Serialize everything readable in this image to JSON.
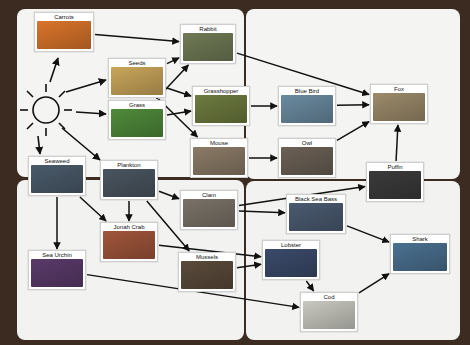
{
  "diagram": {
    "nodes": [
      {
        "text": [
          "Carrots"
        ]
      },
      {
        "text": [
          "Rabbit"
        ]
      },
      {
        "text": [
          "Seeds"
        ]
      },
      {
        "text": [
          "Grass"
        ]
      },
      {
        "text": [
          "Grasshopper"
        ]
      },
      {
        "text": [
          "Mouse"
        ]
      },
      {
        "text": [
          "Blue Bird"
        ]
      },
      {
        "text": [
          "Fox"
        ]
      },
      {
        "text": [
          "Owl"
        ]
      },
      {
        "text": [
          "Puffin"
        ]
      },
      {
        "text": [
          "Seaweed"
        ]
      },
      {
        "text": [
          "Plankton"
        ]
      },
      {
        "text": [
          "Clam"
        ]
      },
      {
        "text": [
          "Jonah Crab"
        ]
      },
      {
        "text": [
          "Sea Urchin"
        ]
      },
      {
        "text": [
          "Mussels"
        ]
      },
      {
        "text": [
          "Black Sea Bass"
        ]
      },
      {
        "text": [
          "Lobster"
        ]
      },
      {
        "text": [
          "Shark"
        ]
      },
      {
        "text": [
          "Cod"
        ]
      }
    ],
    "edges": [
      {
        "from": 0,
        "to": 1,
        "arrow": "to"
      },
      {
        "from": 2,
        "to": 1,
        "arrow": "to"
      },
      {
        "from": 3,
        "to": 1,
        "arrow": "to"
      },
      {
        "from": 2,
        "to": 4,
        "arrow": "to"
      },
      {
        "from": 3,
        "to": 4,
        "arrow": "to"
      },
      {
        "from": 2,
        "to": 5,
        "arrow": "to"
      },
      {
        "from": 4,
        "to": 6,
        "arrow": "to"
      },
      {
        "from": 5,
        "to": 8,
        "arrow": "to"
      },
      {
        "from": 1,
        "to": 7,
        "arrow": "to"
      },
      {
        "from": 6,
        "to": 7,
        "arrow": "to"
      },
      {
        "from": 8,
        "to": 7,
        "arrow": "to"
      },
      {
        "from": 9,
        "to": 7,
        "arrow": "to"
      },
      {
        "from": 10,
        "to": 14,
        "arrow": "to"
      },
      {
        "from": 10,
        "to": 13,
        "arrow": "to"
      },
      {
        "from": 11,
        "to": 12,
        "arrow": "to"
      },
      {
        "from": 11,
        "to": 13,
        "arrow": "to"
      },
      {
        "from": 11,
        "to": 15,
        "arrow": "to"
      },
      {
        "from": 12,
        "to": 16,
        "arrow": "to"
      },
      {
        "from": 12,
        "to": 9,
        "arrow": "to"
      },
      {
        "from": 13,
        "to": 17,
        "arrow": "to"
      },
      {
        "from": 15,
        "to": 17,
        "arrow": "to"
      },
      {
        "from": 14,
        "to": 19,
        "arrow": "to"
      },
      {
        "from": 17,
        "to": 19,
        "arrow": "to"
      },
      {
        "from": 16,
        "to": 18,
        "arrow": "to"
      },
      {
        "from": 19,
        "to": 18,
        "arrow": "to"
      }
    ]
  }
}
